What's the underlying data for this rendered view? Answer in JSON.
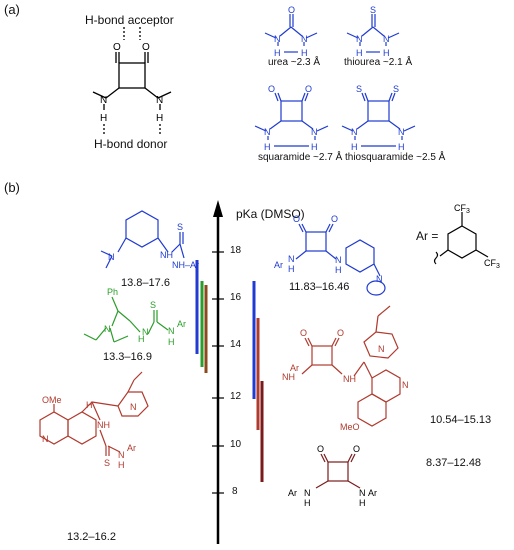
{
  "panel_a": {
    "label": "(a)",
    "acceptor": "H-bond acceptor",
    "donor": "H-bond donor",
    "structures": [
      {
        "name": "urea",
        "distance": "~2.3 Å"
      },
      {
        "name": "thiourea",
        "distance": "~2.1 Å"
      },
      {
        "name": "squaramide",
        "distance": "~2.7 Å"
      },
      {
        "name": "thiosquaramide",
        "distance": "~2.5 Å"
      }
    ]
  },
  "panel_b": {
    "label": "(b)",
    "axis_title": "pKa (DMSO)",
    "ar_label": "Ar =",
    "ticks": [
      "18",
      "16",
      "14",
      "12",
      "10",
      "8"
    ],
    "ranges": [
      {
        "text": "13.8–17.6",
        "color": "#1f3bd1"
      },
      {
        "text": "13.3–16.9",
        "color": "#2a9d2a"
      },
      {
        "text": "13.2–16.2",
        "color": "#b03a2e"
      },
      {
        "text": "11.83–16.46",
        "color": "#1f3bd1"
      },
      {
        "text": "10.54–15.13",
        "color": "#b03a2e"
      },
      {
        "text": "8.37–12.48",
        "color": "#7a1a1a"
      }
    ]
  }
}
